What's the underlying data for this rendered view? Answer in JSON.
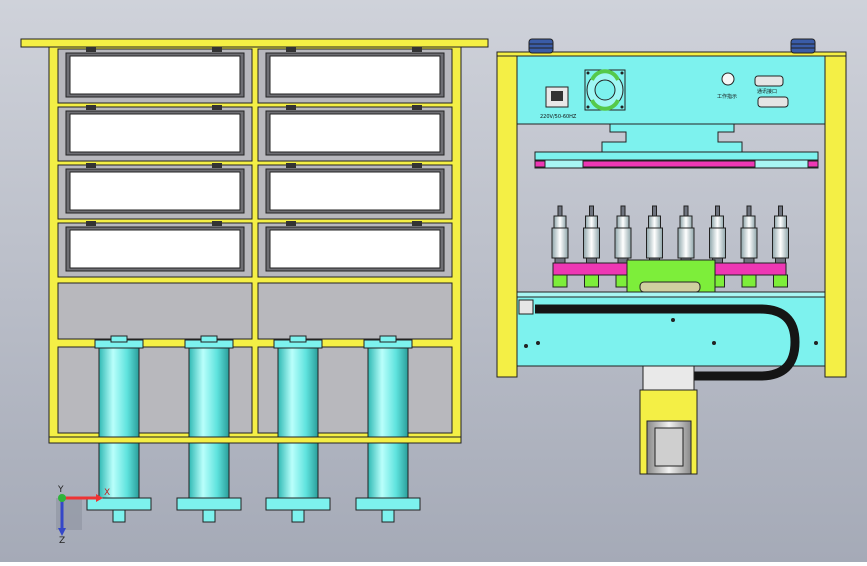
{
  "colors": {
    "background_top": "#c9ccd5",
    "background_bottom": "#a7acb9",
    "frame_yellow": "#f4ef45",
    "cyan": "#7df2ee",
    "cyan_dark": "#2fb9b4",
    "magenta": "#ee37b4",
    "green": "#7dee3a",
    "white": "#ffffff",
    "grey": "#b8b8bd",
    "dark": "#222222",
    "steel": "#6f747f",
    "cable": "#151515"
  },
  "left_view": {
    "panel_rows": 4,
    "panel_cols": 2,
    "open_bay_rows": 1,
    "syringe_count": 4
  },
  "right_view": {
    "control_box": {
      "voltage_label": "220V/50-60HZ",
      "indicator_label": "工作指示",
      "port_label": "通讯接口"
    },
    "nozzle_count": 8,
    "fitting_count": 2
  },
  "axis_triad": {
    "x_label": "X",
    "y_label": "Y",
    "z_label": "Z"
  }
}
